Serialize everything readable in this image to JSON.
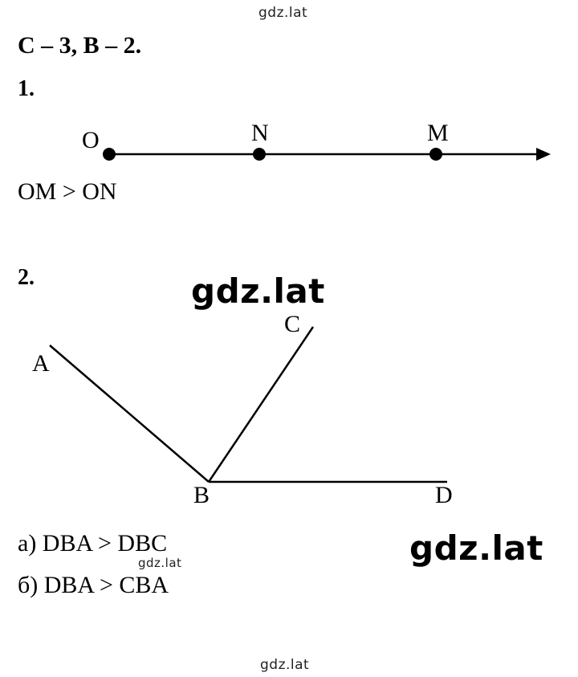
{
  "watermarks": {
    "top": "gdz.lat",
    "middle_big": "gdz.lat",
    "right_big": "gdz.lat",
    "inline_small": "gdz.lat",
    "bottom": "gdz.lat"
  },
  "heading": "С – 3, В – 2.",
  "task1": {
    "number": "1.",
    "points": [
      "O",
      "N",
      "M"
    ],
    "result": "OM > ON"
  },
  "task2": {
    "number": "2.",
    "points": [
      "A",
      "C",
      "B",
      "D"
    ],
    "answers": [
      "а) DBA > DBC",
      "б) DBA > CBA"
    ]
  }
}
